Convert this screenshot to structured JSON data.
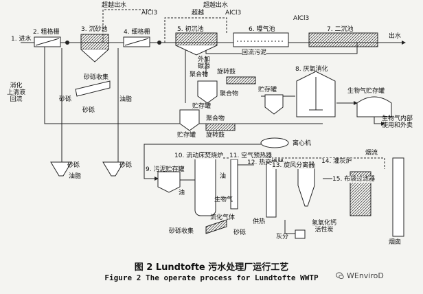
{
  "labels": {
    "bypass_out_1": "超越出水",
    "bypass_out_2": "超越出水",
    "bypass": "超越",
    "alcl3_1": "AlCl3",
    "alcl3_2": "AlCl3",
    "alcl3_3": "AlCl3",
    "s1": "1. 进水",
    "s2": "2. 粗格栅",
    "s3": "3. 沉砂池",
    "s4": "4. 细格栅",
    "s5": "5. 初沉池",
    "s6": "6. 曝气池",
    "s7": "7. 二沉池",
    "effluent": "出水",
    "return_sludge": "回流污泥",
    "external_carbon": "外加\n碳源",
    "digest_return": "消化\n上清液\n回流",
    "grit1": "砂砾",
    "grit_collect": "砂砾收集",
    "grit2": "砂砾",
    "grease": "油脂",
    "sludge_tank_a": "贮存罐",
    "sludge_tank_b": "贮存罐",
    "polymer1": "聚合物",
    "polymer2": "聚合物",
    "polymer3": "聚合物",
    "thickener1": "旋转鼓",
    "thickener2": "旋转鼓",
    "storage_tank": "贮存罐",
    "s8": "8. 厌氧消化",
    "biogas_tank": "生物气贮存罐",
    "biogas_use": "生物气内部\n使用和外卖",
    "centrifuge": "离心机",
    "grit_l": "砂砾",
    "grease_l": "油脂",
    "grit_r": "砂砾",
    "s9": "9. 污泥贮存罐",
    "s10": "10. 流动床焚烧炉",
    "s11": "11. 空气预热器",
    "s12": "12. 热交换器",
    "s13": "13. 旋风分离器",
    "s14": "14. 灌灰炉",
    "s15": "15. 布袋过滤器",
    "oil1": "油",
    "oil2": "油",
    "biogas": "生物气",
    "fluid_gas": "流化气体",
    "grit_collect2": "砂砾收集",
    "grit3": "砂砾",
    "heat_supply": "供热",
    "ash": "灰分",
    "lime_char": "氢氧化钙\n活性炭",
    "flue_gas": "烟流",
    "stack": "烟囱",
    "lime_char_short": "氢氧化钙\n活性炭"
  },
  "caption_cn": "图 2 Lundtofte 污水处理厂运行工艺",
  "caption_en": "Figure 2 The operate process for Lundtofte WWTP",
  "watermark": "WEnviroD"
}
